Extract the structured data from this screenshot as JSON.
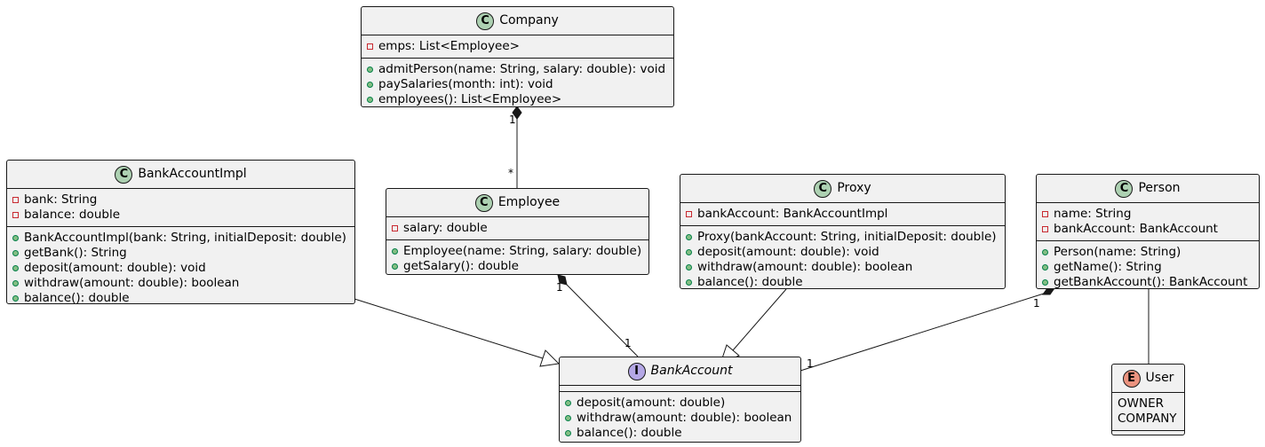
{
  "colors": {
    "class_badge": "#add1b2",
    "interface_badge": "#b4a7e5",
    "enum_badge": "#eb937f",
    "box_fill": "#f1f1f1",
    "line": "#181818",
    "public_marker": "#84be84",
    "private_marker": "#c82930"
  },
  "classes": {
    "company": {
      "badge": "C",
      "name": "Company",
      "fields": [
        {
          "vis": "private",
          "text": "emps: List<Employee>"
        }
      ],
      "methods": [
        {
          "vis": "public",
          "text": "admitPerson(name: String, salary: double): void"
        },
        {
          "vis": "public",
          "text": "paySalaries(month: int): void"
        },
        {
          "vis": "public",
          "text": "employees(): List<Employee>"
        }
      ]
    },
    "bank_account_impl": {
      "badge": "C",
      "name": "BankAccountImpl",
      "fields": [
        {
          "vis": "private",
          "text": "bank: String"
        },
        {
          "vis": "private",
          "text": "balance: double"
        }
      ],
      "methods": [
        {
          "vis": "public",
          "text": "BankAccountImpl(bank: String, initialDeposit: double)"
        },
        {
          "vis": "public",
          "text": "getBank(): String"
        },
        {
          "vis": "public",
          "text": "deposit(amount: double): void"
        },
        {
          "vis": "public",
          "text": "withdraw(amount: double): boolean"
        },
        {
          "vis": "public",
          "text": "balance(): double"
        }
      ]
    },
    "employee": {
      "badge": "C",
      "name": "Employee",
      "fields": [
        {
          "vis": "private",
          "text": "salary: double"
        }
      ],
      "methods": [
        {
          "vis": "public",
          "text": "Employee(name: String, salary: double)"
        },
        {
          "vis": "public",
          "text": "getSalary(): double"
        }
      ]
    },
    "proxy": {
      "badge": "C",
      "name": "Proxy",
      "fields": [
        {
          "vis": "private",
          "text": "bankAccount: BankAccountImpl"
        }
      ],
      "methods": [
        {
          "vis": "public",
          "text": "Proxy(bankAccount: String, initialDeposit: double)"
        },
        {
          "vis": "public",
          "text": "deposit(amount: double): void"
        },
        {
          "vis": "public",
          "text": "withdraw(amount: double): boolean"
        },
        {
          "vis": "public",
          "text": "balance(): double"
        }
      ]
    },
    "person": {
      "badge": "C",
      "name": "Person",
      "fields": [
        {
          "vis": "private",
          "text": "name: String"
        },
        {
          "vis": "private",
          "text": "bankAccount: BankAccount"
        }
      ],
      "methods": [
        {
          "vis": "public",
          "text": "Person(name: String)"
        },
        {
          "vis": "public",
          "text": "getName(): String"
        },
        {
          "vis": "public",
          "text": "getBankAccount(): BankAccount"
        }
      ]
    },
    "bank_account": {
      "badge": "I",
      "name": "BankAccount",
      "fields": [],
      "methods": [
        {
          "vis": "public",
          "text": "deposit(amount: double)"
        },
        {
          "vis": "public",
          "text": "withdraw(amount: double): boolean"
        },
        {
          "vis": "public",
          "text": "balance(): double"
        }
      ]
    },
    "user": {
      "badge": "E",
      "name": "User",
      "values": [
        "OWNER",
        "COMPANY"
      ]
    }
  },
  "multiplicities": {
    "company_employee_src": "1",
    "company_employee_dst": "*",
    "employee_bank_src": "1",
    "employee_bank_dst": "1",
    "person_bank_src": "1",
    "person_bank_dst": "1"
  }
}
